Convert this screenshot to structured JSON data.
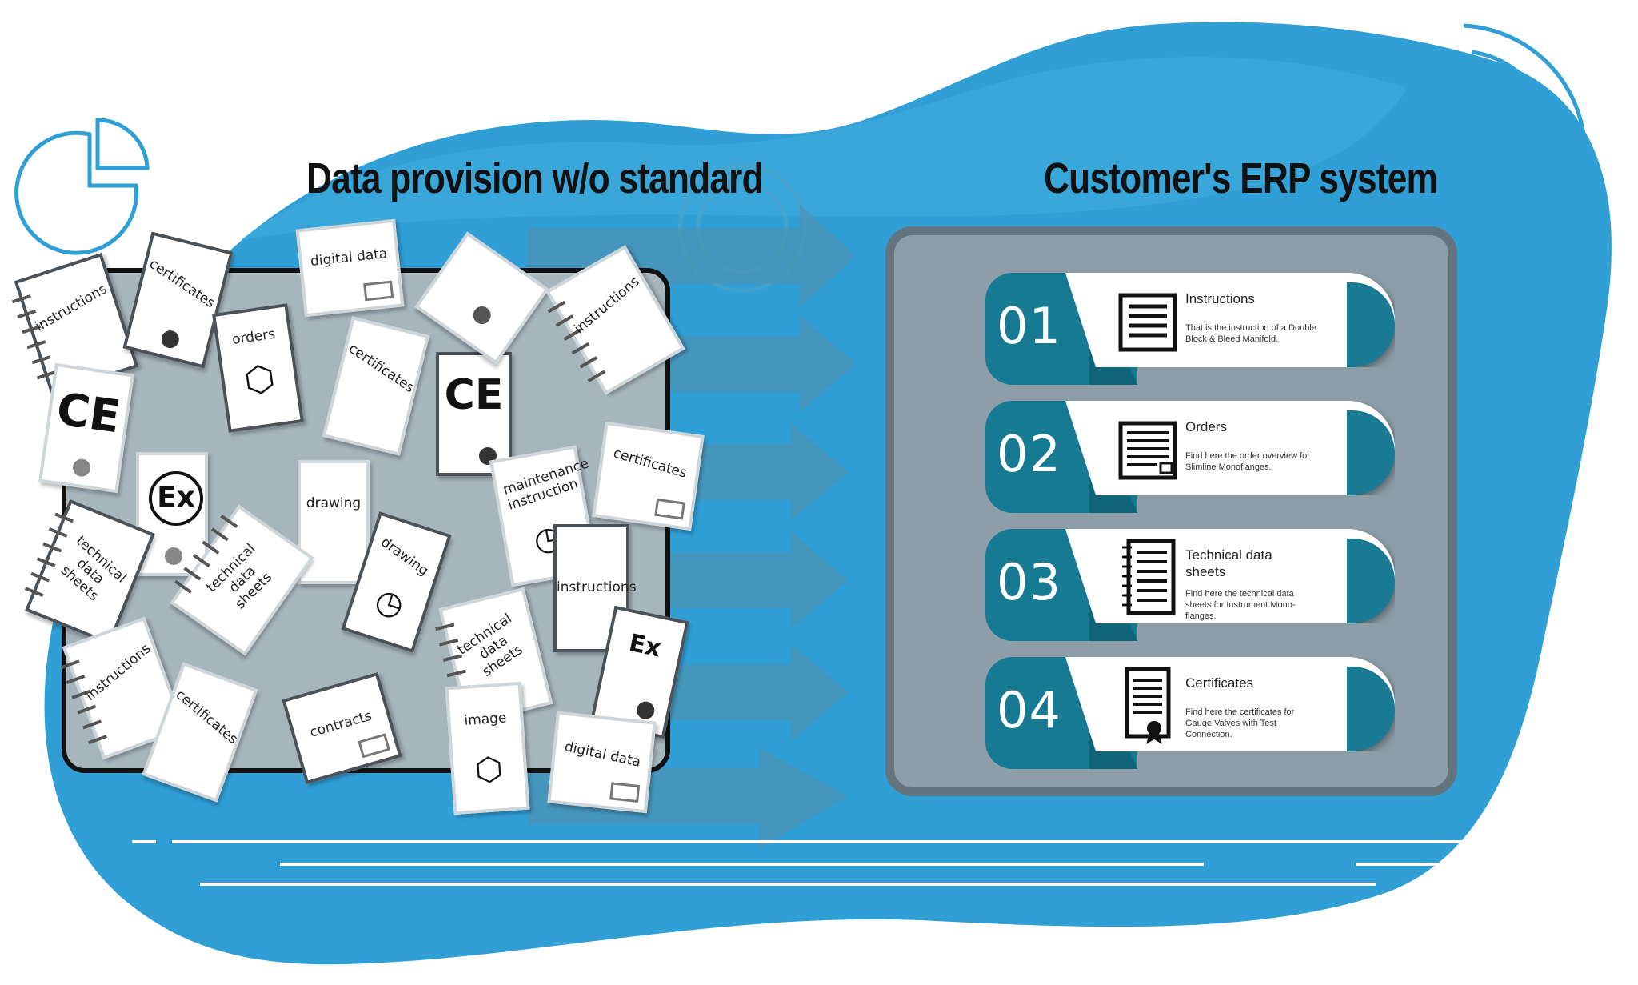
{
  "titles": {
    "left": "Data provision w/o standard",
    "right": "Customer's ERP system"
  },
  "colors": {
    "blob": "#2f9fd6",
    "panel": "#8e9ea8",
    "panel_border": "#64747e",
    "tab": "#177a93",
    "arrow": "#4d93b5"
  },
  "documents": [
    {
      "label": "instructions"
    },
    {
      "label": "certificates"
    },
    {
      "label": "orders"
    },
    {
      "label": "digital data"
    },
    {
      "label": "certificates"
    },
    {
      "label": "instructions"
    },
    {
      "label": "drawing"
    },
    {
      "label": "drawing"
    },
    {
      "label": "maintenance instruction"
    },
    {
      "label": "certificates"
    },
    {
      "label": "technical data sheets"
    },
    {
      "label": "technical data sheets"
    },
    {
      "label": "instructions"
    },
    {
      "label": "technical data sheets"
    },
    {
      "label": "instructions"
    },
    {
      "label": "certificates"
    },
    {
      "label": "contracts"
    },
    {
      "label": "image"
    },
    {
      "label": "digital data"
    }
  ],
  "marks": {
    "ce": "CE",
    "ex": "Ex"
  },
  "erp_items": [
    {
      "number": "01",
      "label": "Instructions",
      "description": "That is the instruction of a Double Block & Bleed Manifold.",
      "icon": "document-lines-icon"
    },
    {
      "number": "02",
      "label": "Orders",
      "description": "Find here the order overview for Slimline Monoflanges.",
      "icon": "order-list-icon"
    },
    {
      "number": "03",
      "label": "Technical data sheets",
      "description": "Find here the technical data sheets for Instrument Mono-flanges.",
      "icon": "spiral-notebook-icon"
    },
    {
      "number": "04",
      "label": "Certificates",
      "description": "Find here the certificates for Gauge Valves with Test Connection.",
      "icon": "certificate-icon"
    }
  ]
}
